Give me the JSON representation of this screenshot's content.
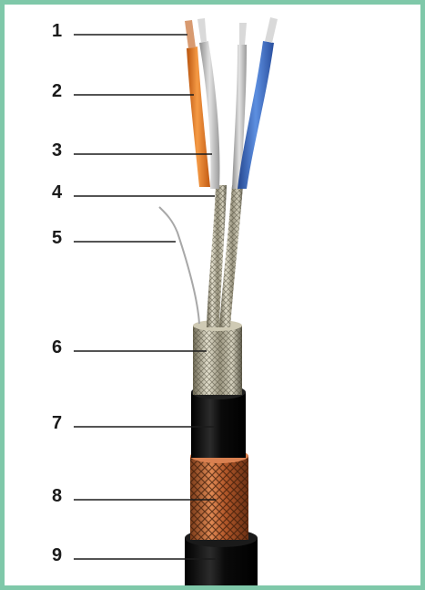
{
  "diagram": {
    "callouts": [
      "1",
      "2",
      "3",
      "4",
      "5",
      "6",
      "7",
      "8",
      "9"
    ]
  },
  "colors": {
    "frame_border": "#7fc8a9",
    "orange_core": "#e8781e",
    "blue_core": "#3f6fc4",
    "grey_core": "#b9b9b9",
    "copper_braid": "#c86a3a",
    "black_sheath": "#0f0f0f"
  }
}
